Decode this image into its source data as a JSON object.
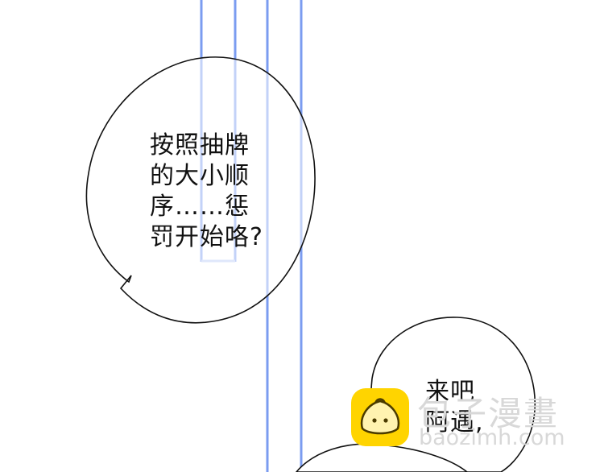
{
  "bubbles": [
    {
      "lines": [
        "按照抽牌",
        "的大小顺",
        "序……惩",
        "罚开始咯?"
      ]
    },
    {
      "lines": [
        "来吧",
        "阿遇,"
      ]
    }
  ],
  "watermark": {
    "title": "包子漫畫",
    "url": "baozimh.com"
  },
  "colors": {
    "line_blue": "#7b9cf0",
    "line_blue_light": "#b8c9f6",
    "bubble_stroke": "#111111",
    "logo": "#ffd400"
  }
}
